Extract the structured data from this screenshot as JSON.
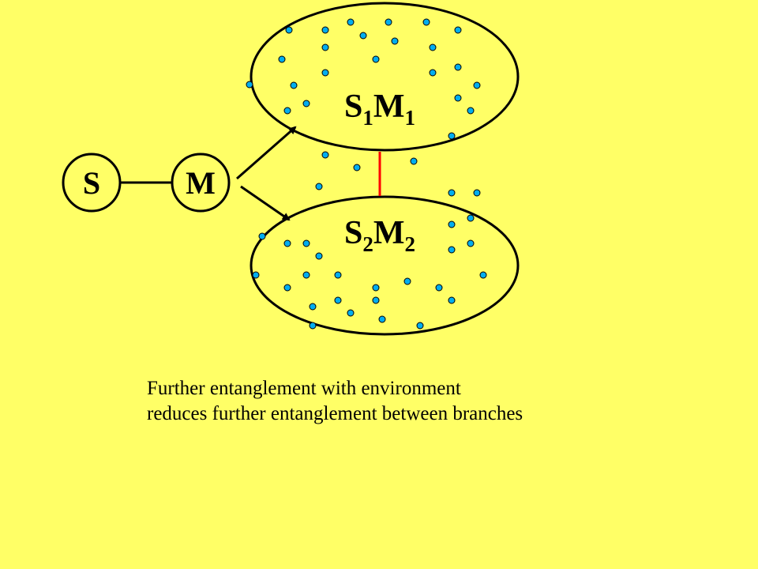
{
  "nodes": {
    "s": {
      "label": "S"
    },
    "m": {
      "label": "M"
    }
  },
  "branches": {
    "branch1": {
      "s_letter": "S",
      "s_sub": "1",
      "m_letter": "M",
      "m_sub": "1"
    },
    "branch2": {
      "s_letter": "S",
      "s_sub": "2",
      "m_letter": "M",
      "m_sub": "2"
    }
  },
  "caption": {
    "line1": "Further entanglement  with environment",
    "line2": "reduces further entanglement  between branches"
  },
  "colors": {
    "background": "#FFFF66",
    "environment_dot": "#00AEEF",
    "link_between_branches": "#FF0000",
    "stroke": "#000000"
  }
}
